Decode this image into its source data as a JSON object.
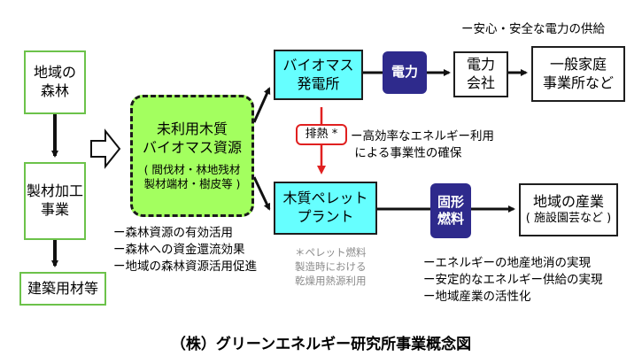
{
  "boxes": {
    "forest": "地域の\n森林",
    "sawmill": "製材加工\n事業",
    "building": "建築用材等",
    "central_title": "未利用木質\nバイオマス資源",
    "central_sub": "( 間伐材・林地残材\n製材端材・樹皮等 )",
    "biomass_plant": "バイオマス\n発電所",
    "pellet_plant": "木質ペレット\nプラント",
    "electricity": "電力",
    "solid_fuel": "固形\n燃料",
    "power_company": "電力\n会社",
    "households": "一般家庭\n事業所など",
    "local_industry_1": "地域の産業",
    "local_industry_2": "( 施設園芸など )",
    "waste_heat": "排熱 *"
  },
  "notes": {
    "supply": "ー安心・安全な電力の供給",
    "efficiency": "ー高効率なエネルギー利用\n による事業性の確保",
    "forest_effects": "ー森林資源の有効活用\nー森林への資金還流効果\nー地域の森林資源活用促進",
    "pellet_note": "＊ペレット燃料\n製造時における\n乾燥用熱源利用",
    "energy_effects": "ーエネルギーの地産地消の実現\nー安定的なエネルギー供給の実現\nー地域産業の活性化"
  },
  "title": "（株）グリーンエネルギー研究所事業概念図",
  "colors": {
    "green_border": "#6cc24a",
    "central_fill": "#a3ff5f",
    "cyan_fill": "#66ffff",
    "navy": "#2e2a8c",
    "heat_red": "#e02020"
  }
}
